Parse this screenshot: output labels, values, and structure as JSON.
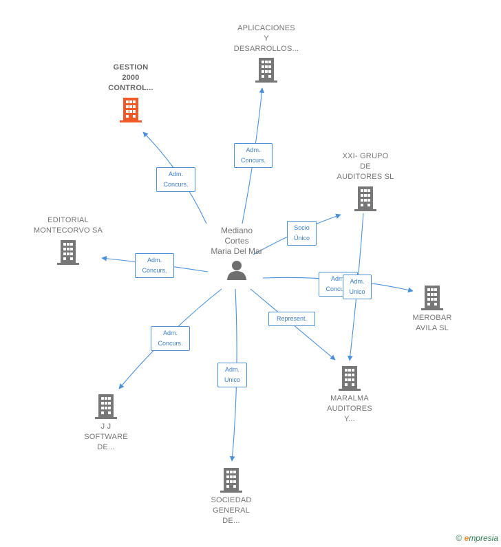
{
  "center": {
    "name": "Mediano\nCortes\nMaria Del Mar"
  },
  "nodes": {
    "gestion": {
      "name": "GESTION\n2000\nCONTROL...",
      "color": "#f05a28"
    },
    "aplicaciones": {
      "name": "APLICACIONES\nY\nDESARROLLOS...",
      "color": "#777777"
    },
    "xxi": {
      "name": "XXI- GRUPO\nDE\nAUDITORES SL",
      "color": "#777777"
    },
    "editorial": {
      "name": "EDITORIAL\nMONTECORVO SA",
      "color": "#777777"
    },
    "merobar": {
      "name": "MEROBAR\nAVILA SL",
      "color": "#777777"
    },
    "maralma": {
      "name": "MARALMA\nAUDITORES\nY...",
      "color": "#777777"
    },
    "jj": {
      "name": "J J\nSOFTWARE\nDE...",
      "color": "#777777"
    },
    "sociedad": {
      "name": "SOCIEDAD\nGENERAL\nDE...",
      "color": "#777777"
    }
  },
  "edges": {
    "gestion": "Adm.\nConcurs.",
    "aplicaciones": "Adm.\nConcurs.",
    "xxi": "Socio\nÚnico",
    "editorial": "Adm.\nConcurs.",
    "merobar": "Adm.\nConcurs.",
    "maralma": "Represent.",
    "jj": "Adm.\nConcurs.",
    "sociedad": "Adm.\nUnico",
    "xxi_maralma": "Adm.\nUnico"
  },
  "brand": {
    "copyright": "©",
    "e": "e",
    "rest": "mpresia"
  },
  "colors": {
    "edge": "#4a90d9",
    "label_text": "#3a7cc7"
  }
}
